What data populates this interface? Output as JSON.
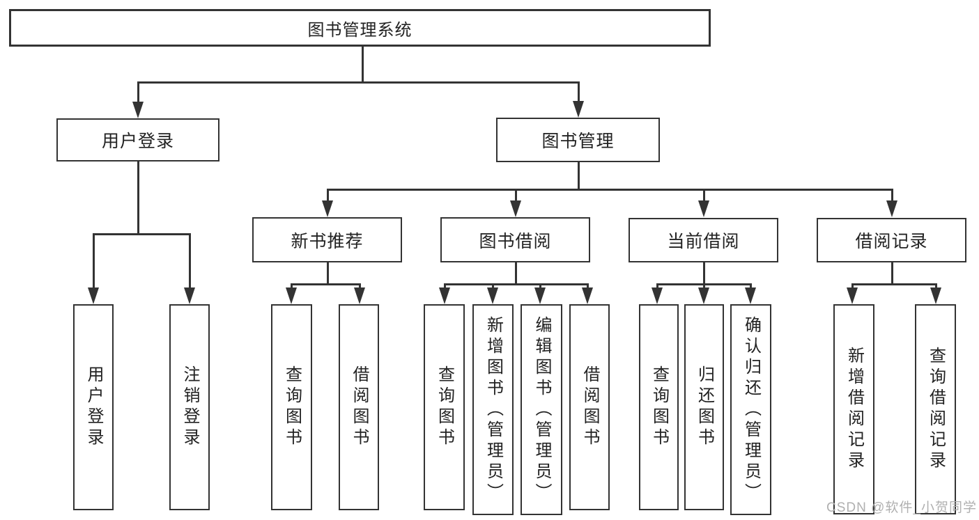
{
  "colors": {
    "line": "#333333",
    "box_border": "#333333",
    "text": "#222222",
    "watermark": "#b0b0b0",
    "background": "#ffffff"
  },
  "tree": {
    "root": {
      "label": "图书管理系统"
    },
    "user": {
      "label": "用户登录",
      "children": [
        {
          "label": "用户登录"
        },
        {
          "label": "注销登录"
        }
      ]
    },
    "book": {
      "label": "图书管理",
      "sections": [
        {
          "label": "新书推荐",
          "children": [
            {
              "label": "查询图书"
            },
            {
              "label": "借阅图书"
            }
          ]
        },
        {
          "label": "图书借阅",
          "children": [
            {
              "label": "查询图书"
            },
            {
              "label": "新增图书（管理员）"
            },
            {
              "label": "编辑图书（管理员）"
            },
            {
              "label": "借阅图书"
            }
          ]
        },
        {
          "label": "当前借阅",
          "children": [
            {
              "label": "查询图书"
            },
            {
              "label": "归还图书"
            },
            {
              "label": "确认归还（管理员）"
            }
          ]
        },
        {
          "label": "借阅记录",
          "children": [
            {
              "label": "新增借阅记录"
            },
            {
              "label": "查询借阅记录"
            }
          ]
        }
      ]
    }
  },
  "watermark": "CSDN @软件_小贺同学"
}
